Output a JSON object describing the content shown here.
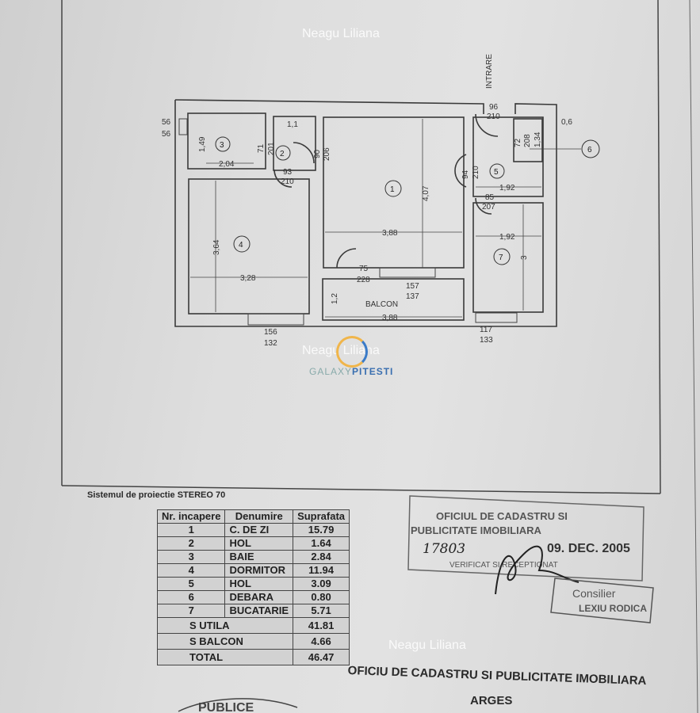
{
  "watermark": {
    "top": "Neagu Liliana",
    "center": "Neagu Liliana",
    "bottom": "Neagu Liliana",
    "logo_a": "GALAXY",
    "logo_b": "PITESTI"
  },
  "plan": {
    "entrance": "INTRARE",
    "balcony": "BALCON",
    "room_numbers": [
      "1",
      "2",
      "3",
      "4",
      "5",
      "6",
      "7"
    ],
    "dims": {
      "win_left_top": "56",
      "win_left_bot": "56",
      "r3_h": "1,49",
      "r3_w": "2,04",
      "r2_w": "1,1",
      "d2a_top": "71",
      "d2a_bot": "201",
      "d2b_top": "90",
      "d2b_bot": "206",
      "d4_top": "93",
      "d4_bot": "210",
      "r1_h": "4,07",
      "r1_w": "3,88",
      "r4_h": "3,64",
      "r4_w": "3,28",
      "dbal_top": "75",
      "dbal_bot": "228",
      "wbal_top": "157",
      "wbal_bot": "137",
      "bal_h": "1,2",
      "bal_w": "3,88",
      "w4_top": "156",
      "w4_bot": "132",
      "dent_top": "96",
      "dent_bot": "210",
      "r6_w": "0,6",
      "d6_top": "72",
      "d6_bot": "208",
      "r6_h": "1,34",
      "d5_top": "94",
      "d5_bot": "210",
      "r5_w": "1,92",
      "d7_top": "85",
      "d7_bot": "207",
      "r7_w": "1,92",
      "r7_h": "3",
      "w7_top": "117",
      "w7_bot": "133"
    }
  },
  "projection": "Sistemul de proiectie  STEREO 70",
  "table": {
    "headers": [
      "Nr. incapere",
      "Denumire",
      "Suprafata"
    ],
    "rows": [
      [
        "1",
        "C. DE ZI",
        "15.79"
      ],
      [
        "2",
        "HOL",
        "1.64"
      ],
      [
        "3",
        "BAIE",
        "2.84"
      ],
      [
        "4",
        "DORMITOR",
        "11.94"
      ],
      [
        "5",
        "HOL",
        "3.09"
      ],
      [
        "6",
        "DEBARA",
        "0.80"
      ],
      [
        "7",
        "BUCATARIE",
        "5.71"
      ]
    ],
    "totals": [
      [
        "S UTILA",
        "41.81"
      ],
      [
        "S BALCON",
        "4.66"
      ],
      [
        "TOTAL",
        "46.47"
      ]
    ]
  },
  "stamp": {
    "line1": "OFICIUL DE CADASTRU SI",
    "line2": "PUBLICITATE IMOBILIARA",
    "number": "17803",
    "date": "09. DEC. 2005",
    "line3": "VERIFICAT SI RECEPTIONAT",
    "consilier": "Consilier",
    "consilier_name": "LEXIU RODICA",
    "seal": "PUBLICE"
  },
  "footer": {
    "line1": "OFICIU DE CADASTRU SI PUBLICITATE IMOBILIARA",
    "line2": "ARGES"
  }
}
